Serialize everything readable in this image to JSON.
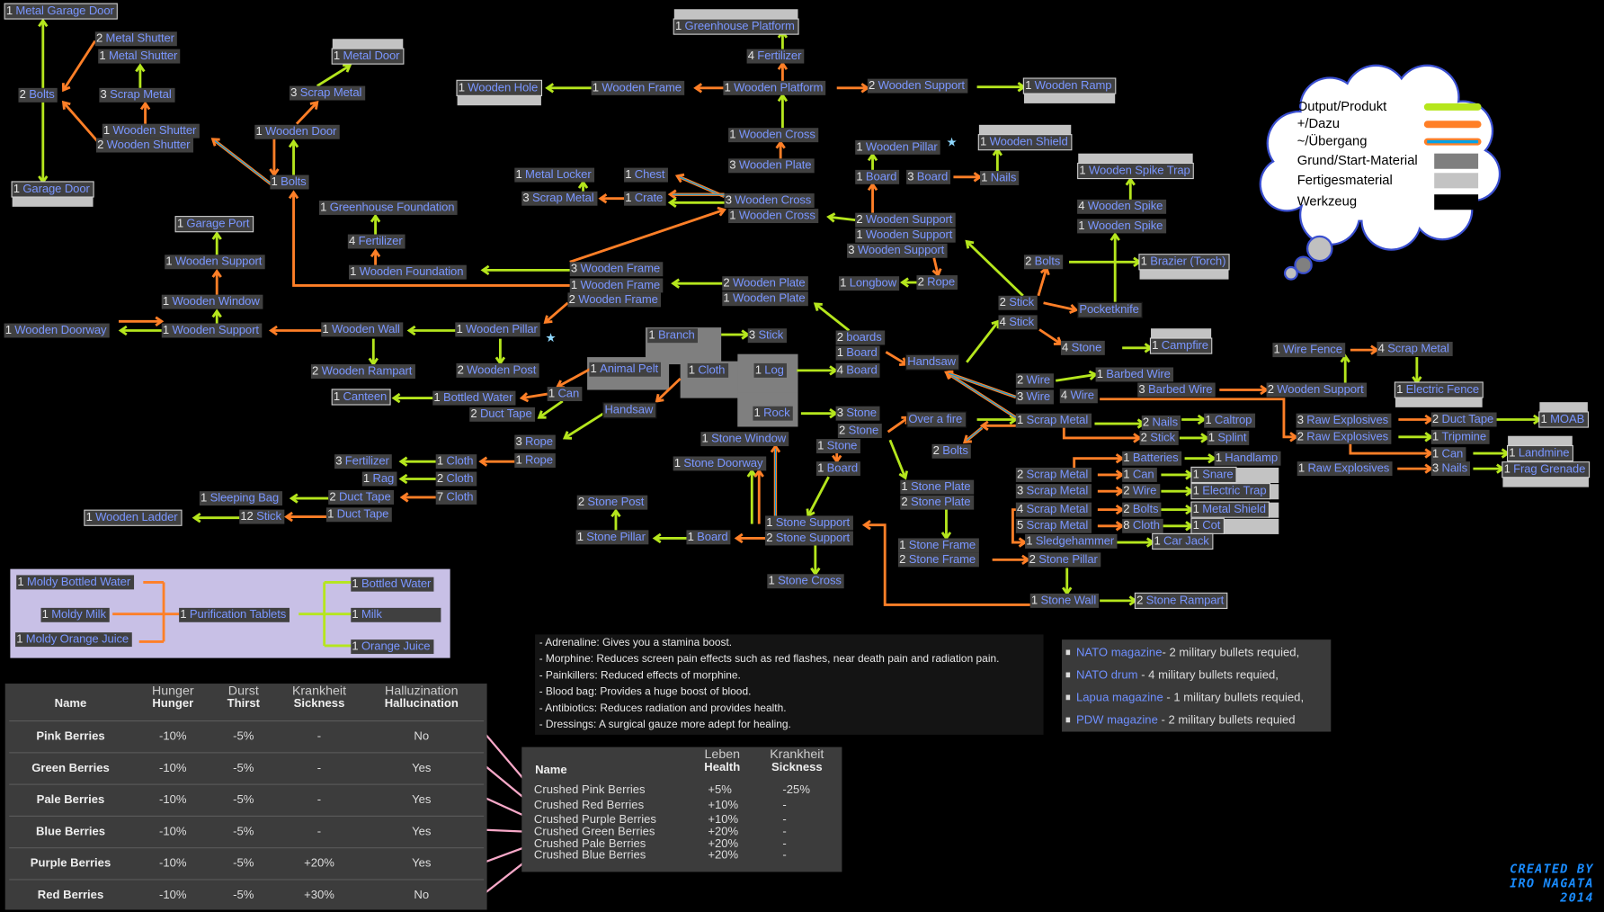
{
  "colors": {
    "output": "#b5e61d",
    "dazu": "#ff7f27",
    "transition": "#00a2e8",
    "base_material": "#7f7f7f",
    "finished_material": "#c3c3c3",
    "tool": "#000000",
    "node_bg": "#404040",
    "name_text": "#7a96ff",
    "purification_bg": "#c8c0e6"
  },
  "nodes": [
    {
      "qty": "1",
      "name": "Metal Garage Door",
      "type": "finished"
    },
    {
      "qty": "2",
      "name": "Metal Shutter"
    },
    {
      "qty": "1",
      "name": "Metal Shutter"
    },
    {
      "qty": "2",
      "name": "Bolts"
    },
    {
      "qty": "3",
      "name": "Scrap Metal"
    },
    {
      "qty": "1",
      "name": "Wooden Shutter"
    },
    {
      "qty": "2",
      "name": "Wooden Shutter"
    },
    {
      "qty": "1",
      "name": "Garage Door",
      "type": "finished"
    },
    {
      "qty": "1",
      "name": "Metal Door",
      "type": "finished"
    },
    {
      "qty": "3",
      "name": "Scrap Metal"
    },
    {
      "qty": "1",
      "name": "Wooden Door"
    },
    {
      "qty": "1",
      "name": "Bolts"
    },
    {
      "qty": "1",
      "name": "Greenhouse Foundation"
    },
    {
      "qty": "4",
      "name": "Fertilizer"
    },
    {
      "qty": "1",
      "name": "Wooden Foundation"
    },
    {
      "qty": "1",
      "name": "Garage Port",
      "type": "finished"
    },
    {
      "qty": "1",
      "name": "Wooden Support"
    },
    {
      "qty": "1",
      "name": "Wooden Window"
    },
    {
      "qty": "1",
      "name": "Wooden Doorway"
    },
    {
      "qty": "1",
      "name": "Wooden Support"
    },
    {
      "qty": "1",
      "name": "Wooden Wall"
    },
    {
      "qty": "2",
      "name": "Wooden Rampart"
    },
    {
      "qty": "1",
      "name": "Wooden Pillar"
    },
    {
      "qty": "2",
      "name": "Wooden Post"
    },
    {
      "qty": "1",
      "name": "Canteen",
      "type": "finished"
    },
    {
      "qty": "1",
      "name": "Bottled Water"
    },
    {
      "qty": "1",
      "name": "Can"
    },
    {
      "qty": "2",
      "name": "Duct Tape"
    },
    {
      "qty": "3",
      "name": "Rope"
    },
    {
      "qty": "1",
      "name": "Rope"
    },
    {
      "qty": "3",
      "name": "Fertilizer"
    },
    {
      "qty": "1",
      "name": "Cloth"
    },
    {
      "qty": "1",
      "name": "Rag"
    },
    {
      "qty": "2",
      "name": "Cloth"
    },
    {
      "qty": "1",
      "name": "Sleeping Bag"
    },
    {
      "qty": "2",
      "name": "Duct Tape"
    },
    {
      "qty": "7",
      "name": "Cloth"
    },
    {
      "qty": "1",
      "name": "Wooden Ladder",
      "type": "finished"
    },
    {
      "qty": "12",
      "name": "Stick"
    },
    {
      "qty": "1",
      "name": "Duct Tape"
    },
    {
      "qty": "1",
      "name": "Greenhouse Platform",
      "type": "finished"
    },
    {
      "qty": "4",
      "name": "Fertilizer"
    },
    {
      "qty": "1",
      "name": "Wooden Hole",
      "type": "finished"
    },
    {
      "qty": "1",
      "name": "Wooden Frame"
    },
    {
      "qty": "1",
      "name": "Wooden Platform"
    },
    {
      "qty": "2",
      "name": "Wooden Support"
    },
    {
      "qty": "1",
      "name": "Wooden Ramp",
      "type": "finished"
    },
    {
      "qty": "1",
      "name": "Wooden Cross"
    },
    {
      "qty": "3",
      "name": "Wooden Plate"
    },
    {
      "qty": "1",
      "name": "Metal Locker"
    },
    {
      "qty": "1",
      "name": "Chest"
    },
    {
      "qty": "3",
      "name": "Scrap Metal"
    },
    {
      "qty": "1",
      "name": "Crate"
    },
    {
      "qty": "3",
      "name": "Wooden Cross"
    },
    {
      "qty": "1",
      "name": "Wooden Cross"
    },
    {
      "qty": "3",
      "name": "Wooden Frame"
    },
    {
      "qty": "1",
      "name": "Wooden Frame"
    },
    {
      "qty": "2",
      "name": "Wooden Frame"
    },
    {
      "qty": "2",
      "name": "Wooden Plate"
    },
    {
      "qty": "1",
      "name": "Wooden Plate"
    },
    {
      "qty": "1",
      "name": "Wooden Pillar"
    },
    {
      "qty": "1",
      "name": "Board"
    },
    {
      "qty": "3",
      "name": "Board"
    },
    {
      "qty": "1",
      "name": "Nails"
    },
    {
      "qty": "1",
      "name": "Wooden Shield",
      "type": "finished"
    },
    {
      "qty": "2",
      "name": "Wooden Support"
    },
    {
      "qty": "1",
      "name": "Wooden Support"
    },
    {
      "qty": "3",
      "name": "Wooden Support"
    },
    {
      "qty": "1",
      "name": "Longbow"
    },
    {
      "qty": "2",
      "name": "Rope"
    },
    {
      "qty": "1",
      "name": "Wooden Spike Trap",
      "type": "finished"
    },
    {
      "qty": "4",
      "name": "Wooden Spike"
    },
    {
      "qty": "1",
      "name": "Wooden Spike"
    },
    {
      "qty": "2",
      "name": "Bolts"
    },
    {
      "qty": "1",
      "name": "Brazier (Torch)",
      "type": "finished"
    },
    {
      "qty": "2",
      "name": "Stick"
    },
    {
      "qty": "4",
      "name": "Stick"
    },
    {
      "qty": "",
      "name": "Pocketknife",
      "type": "tool"
    },
    {
      "qty": "4",
      "name": "Stone"
    },
    {
      "qty": "1",
      "name": "Campfire",
      "type": "finished"
    },
    {
      "qty": "1",
      "name": "Branch",
      "type": "base"
    },
    {
      "qty": "3",
      "name": "Stick"
    },
    {
      "qty": "1",
      "name": "Animal Pelt",
      "type": "base"
    },
    {
      "qty": "1",
      "name": "Cloth",
      "type": "base"
    },
    {
      "qty": "1",
      "name": "Log",
      "type": "base"
    },
    {
      "qty": "1",
      "name": "Rock",
      "type": "base"
    },
    {
      "qty": "",
      "name": "Handsaw",
      "type": "tool"
    },
    {
      "qty": "2",
      "name": "boards"
    },
    {
      "qty": "1",
      "name": "Board"
    },
    {
      "qty": "4",
      "name": "Board"
    },
    {
      "qty": "",
      "name": "Handsaw",
      "type": "tool"
    },
    {
      "qty": "3",
      "name": "Stone"
    },
    {
      "qty": "2",
      "name": "Stone"
    },
    {
      "qty": "1",
      "name": "Stone"
    },
    {
      "qty": "1",
      "name": "Board"
    },
    {
      "qty": "",
      "name": "Over a fire",
      "type": "tool"
    },
    {
      "qty": "2",
      "name": "Bolts"
    },
    {
      "qty": "1",
      "name": "Stone Window"
    },
    {
      "qty": "1",
      "name": "Stone Doorway"
    },
    {
      "qty": "2",
      "name": "Stone Post"
    },
    {
      "qty": "1",
      "name": "Stone Pillar"
    },
    {
      "qty": "1",
      "name": "Board"
    },
    {
      "qty": "1",
      "name": "Stone Support"
    },
    {
      "qty": "2",
      "name": "Stone Support"
    },
    {
      "qty": "1",
      "name": "Stone Cross"
    },
    {
      "qty": "1",
      "name": "Stone Plate"
    },
    {
      "qty": "2",
      "name": "Stone Plate"
    },
    {
      "qty": "1",
      "name": "Stone Frame"
    },
    {
      "qty": "2",
      "name": "Stone Frame"
    },
    {
      "qty": "2",
      "name": "Wire"
    },
    {
      "qty": "3",
      "name": "Wire"
    },
    {
      "qty": "4",
      "name": "Wire"
    },
    {
      "qty": "1",
      "name": "Barbed Wire"
    },
    {
      "qty": "3",
      "name": "Barbed Wire"
    },
    {
      "qty": "2",
      "name": "Wooden Support"
    },
    {
      "qty": "1",
      "name": "Scrap Metal"
    },
    {
      "qty": "2",
      "name": "Nails"
    },
    {
      "qty": "1",
      "name": "Caltrop"
    },
    {
      "qty": "2",
      "name": "Stick"
    },
    {
      "qty": "1",
      "name": "Splint"
    },
    {
      "qty": "1",
      "name": "Batteries"
    },
    {
      "qty": "1",
      "name": "Handlamp"
    },
    {
      "qty": "2",
      "name": "Scrap Metal"
    },
    {
      "qty": "1",
      "name": "Can"
    },
    {
      "qty": "1",
      "name": "Snare",
      "type": "finished"
    },
    {
      "qty": "3",
      "name": "Scrap Metal"
    },
    {
      "qty": "2",
      "name": "Wire"
    },
    {
      "qty": "1",
      "name": "Electric Trap",
      "type": "finished"
    },
    {
      "qty": "4",
      "name": "Scrap Metal"
    },
    {
      "qty": "2",
      "name": "Bolts"
    },
    {
      "qty": "1",
      "name": "Metal Shield",
      "type": "finished"
    },
    {
      "qty": "5",
      "name": "Scrap Metal"
    },
    {
      "qty": "8",
      "name": "Cloth"
    },
    {
      "qty": "1",
      "name": "Cot",
      "type": "finished"
    },
    {
      "qty": "1",
      "name": "Sledgehammer"
    },
    {
      "qty": "1",
      "name": "Car Jack",
      "type": "finished"
    },
    {
      "qty": "2",
      "name": "Stone Pillar"
    },
    {
      "qty": "1",
      "name": "Stone Wall"
    },
    {
      "qty": "2",
      "name": "Stone Rampart",
      "type": "finished"
    },
    {
      "qty": "1",
      "name": "Wire Fence"
    },
    {
      "qty": "4",
      "name": "Scrap Metal"
    },
    {
      "qty": "1",
      "name": "Electric Fence",
      "type": "finished"
    },
    {
      "qty": "3",
      "name": "Raw Explosives"
    },
    {
      "qty": "2",
      "name": "Duct Tape"
    },
    {
      "qty": "1",
      "name": "MOAB",
      "type": "finished"
    },
    {
      "qty": "2",
      "name": "Raw Explosives"
    },
    {
      "qty": "1",
      "name": "Tripmine"
    },
    {
      "qty": "1",
      "name": "Can"
    },
    {
      "qty": "1",
      "name": "Landmine",
      "type": "finished"
    },
    {
      "qty": "1",
      "name": "Raw Explosives"
    },
    {
      "qty": "3",
      "name": "Nails"
    },
    {
      "qty": "1",
      "name": "Frag Grenade",
      "type": "finished"
    }
  ],
  "purification": [
    {
      "qty": "1",
      "name": "Moldy Bottled Water"
    },
    {
      "qty": "1",
      "name": "Moldy Milk"
    },
    {
      "qty": "1",
      "name": "Moldy Orange Juice"
    },
    {
      "qty": "1",
      "name": "Purification Tablets"
    },
    {
      "qty": "1",
      "name": "Bottled Water"
    },
    {
      "qty": "1",
      "name": "Milk"
    },
    {
      "qty": "1",
      "name": "Orange Juice"
    }
  ],
  "legend": [
    {
      "label": "Output/Produkt",
      "swatch": "output"
    },
    {
      "label": "+/Dazu",
      "swatch": "dazu"
    },
    {
      "label": "~/Übergang",
      "swatch": "transition"
    },
    {
      "label": "Grund/Start-Material",
      "swatch": "base_material"
    },
    {
      "label": "Fertigesmaterial",
      "swatch": "finished_material"
    },
    {
      "label": "Werkzeug",
      "swatch": "tool"
    }
  ],
  "berries_table": {
    "headers": [
      {
        "de": "",
        "en": "Name"
      },
      {
        "de": "Hunger",
        "en": "Hunger"
      },
      {
        "de": "Durst",
        "en": "Thirst"
      },
      {
        "de": "Krankheit",
        "en": "Sickness"
      },
      {
        "de": "Halluzination",
        "en": "Hallucination"
      }
    ],
    "rows": [
      [
        "Pink Berries",
        "-10%",
        "-5%",
        "-",
        "No"
      ],
      [
        "Green Berries",
        "-10%",
        "-5%",
        "-",
        "Yes"
      ],
      [
        "Pale Berries",
        "-10%",
        "-5%",
        "-",
        "Yes"
      ],
      [
        "Blue Berries",
        "-10%",
        "-5%",
        "-",
        "Yes"
      ],
      [
        "Purple Berries",
        "-10%",
        "-5%",
        "+20%",
        "Yes"
      ],
      [
        "Red Berries",
        "-10%",
        "-5%",
        "+30%",
        "No"
      ]
    ]
  },
  "crushed_table": {
    "headers": [
      {
        "de": "",
        "en": "Name"
      },
      {
        "de": "Leben",
        "en": "Health"
      },
      {
        "de": "Krankheit",
        "en": "Sickness"
      }
    ],
    "rows": [
      [
        "Crushed Pink Berries",
        "+5%",
        "-25%"
      ],
      [
        "Crushed Red Berries",
        "+10%",
        "-"
      ],
      [
        "Crushed Purple Berries",
        "+10%",
        "-"
      ],
      [
        "Crushed Green Berries",
        "+20%",
        "-"
      ],
      [
        "Crushed Pale Berries",
        "+20%",
        "-"
      ],
      [
        "Crushed Blue Berries",
        "+20%",
        "-"
      ]
    ]
  },
  "medicines": [
    "- Adrenaline: Gives you a stamina boost.",
    "- Morphine: Reduces screen pain effects such as red flashes, near death pain and radiation pain.",
    "- Painkillers: Reduced effects of morphine.",
    "- Blood bag: Provides a huge boost of blood.",
    "- Antibiotics: Reduces radiation and provides health.",
    "- Dressings: A surgical gauze more adept for healing."
  ],
  "magazines": [
    {
      "name": "NATO magazine",
      "desc": "- 2 military bullets requied,"
    },
    {
      "name": "NATO drum",
      "desc": " - 4 military bullets requied,"
    },
    {
      "name": "Lapua magazine",
      "desc": " - 1 military bullets requied,"
    },
    {
      "name": "PDW magazine",
      "desc": " - 2 military bullets requied"
    }
  ],
  "credit": {
    "line1": "CREATED BY",
    "line2": "IRO NAGATA",
    "line3": "2014"
  }
}
